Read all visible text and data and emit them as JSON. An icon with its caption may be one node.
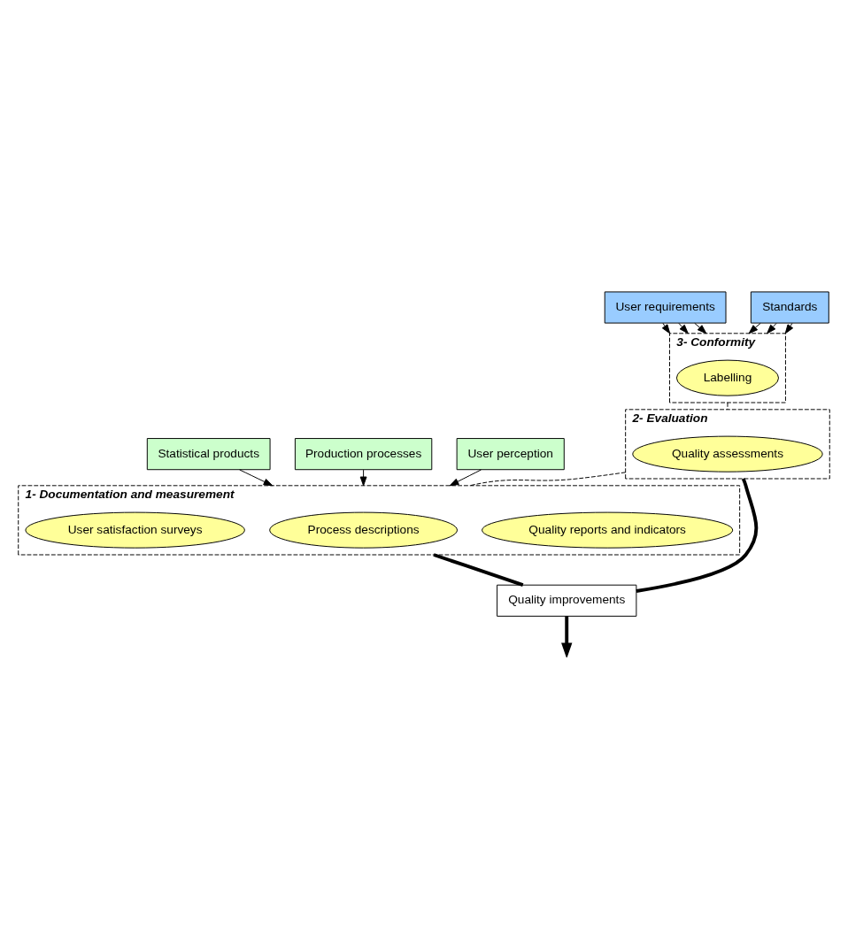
{
  "diagram": {
    "nodes": [
      {
        "text": [
          "User requirements"
        ]
      },
      {
        "text": [
          "Standards"
        ]
      },
      {
        "text": [
          "3- Conformity"
        ]
      },
      {
        "text": [
          "Labelling"
        ],
        "in": 2
      },
      {
        "text": [
          "2- Evaluation"
        ]
      },
      {
        "text": [
          "Quality assessments"
        ],
        "in": 4
      },
      {
        "text": [
          "1- Documentation and measurement"
        ]
      },
      {
        "text": [
          "Quality reports and indicators"
        ],
        "in": 6
      },
      {
        "text": [
          "Process descriptions"
        ],
        "in": 6
      },
      {
        "text": [
          "User satisfaction surveys"
        ],
        "in": 6
      },
      {
        "text": [
          "Quality improvements"
        ]
      },
      {
        "text": [
          "Statistical products"
        ]
      },
      {
        "text": [
          "Production processes"
        ]
      },
      {
        "text": [
          "User perception"
        ]
      }
    ],
    "edges": [
      {
        "from": 0,
        "to": 2,
        "arrow": "to"
      },
      {
        "from": 0,
        "to": 2,
        "arrow": "to"
      },
      {
        "from": 0,
        "to": 2,
        "arrow": "to"
      },
      {
        "from": 1,
        "to": 2,
        "arrow": "to"
      },
      {
        "from": 1,
        "to": 2,
        "arrow": "to"
      },
      {
        "from": 1,
        "to": 2,
        "arrow": "to"
      },
      {
        "from": 2,
        "to": 4,
        "arrow": "none",
        "style": "dashed"
      },
      {
        "from": 4,
        "to": 6,
        "arrow": "none",
        "style": "dashed"
      },
      {
        "from": 4,
        "to": 10,
        "arrow": "none",
        "style": "thick"
      },
      {
        "from": 6,
        "to": 10,
        "arrow": "none",
        "style": "thick"
      },
      {
        "from": 10,
        "to": null,
        "arrow": "to",
        "style": "thick"
      },
      {
        "from": 11,
        "to": 6,
        "arrow": "to"
      },
      {
        "from": 12,
        "to": 6,
        "arrow": "to"
      },
      {
        "from": 13,
        "to": 6,
        "arrow": "to"
      }
    ]
  }
}
